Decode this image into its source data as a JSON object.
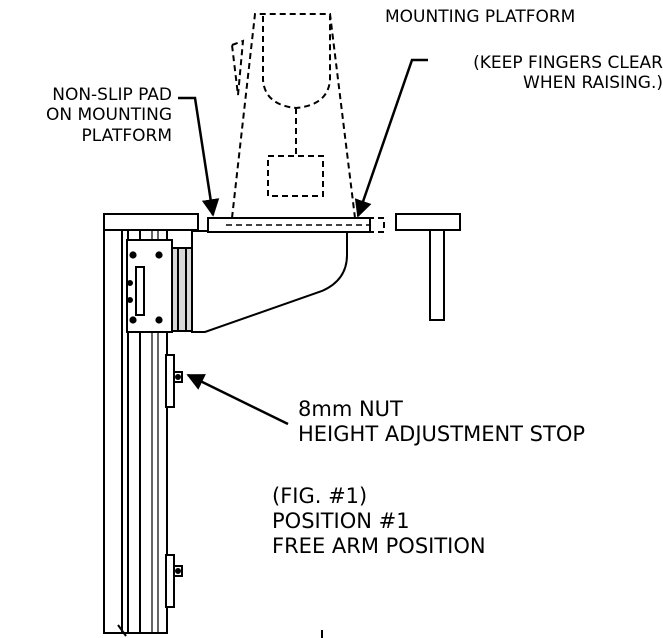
{
  "colors": {
    "ink": "#000000",
    "paper": "#ffffff",
    "metal": "#d7d7d7"
  },
  "labels": {
    "mounting_platform": "MOUNTING PLATFORM",
    "keep_fingers": [
      "(KEEP FINGERS CLEAR",
      "WHEN RAISING.)"
    ],
    "non_slip_pad": [
      "NON-SLIP PAD",
      "ON MOUNTING",
      "PLATFORM"
    ],
    "nut": [
      "8mm NUT",
      "HEIGHT ADJUSTMENT STOP"
    ],
    "figure": [
      "(FIG. #1)",
      "POSITION #1",
      "FREE ARM POSITION"
    ]
  }
}
